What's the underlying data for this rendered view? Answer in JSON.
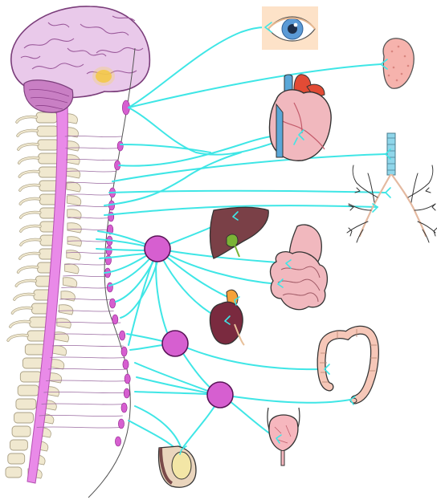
{
  "colors": {
    "nerve": "#3fe6e6",
    "ganglion": "#d65fd0",
    "ganglion_dark": "#8a1f86",
    "spinal_cord": "#e98ae8",
    "spinal_cord_dark": "#b350b0",
    "vertebra": "#f0e8cf",
    "vertebra_edge": "#a99f84",
    "brain": "#e9c9ea",
    "brain_edge": "#7a3d7a",
    "cerebellum": "#c97fc4",
    "hypothalamus": "#f2c23a"
  },
  "organs": [
    {
      "name": "eye",
      "icon": "eye-icon"
    },
    {
      "name": "salivary-gland",
      "icon": "salivary-gland-icon"
    },
    {
      "name": "heart",
      "icon": "heart-icon"
    },
    {
      "name": "lungs",
      "icon": "lungs-icon"
    },
    {
      "name": "liver",
      "icon": "liver-icon"
    },
    {
      "name": "stomach",
      "icon": "stomach-icon"
    },
    {
      "name": "adrenal-kidney",
      "icon": "kidney-icon"
    },
    {
      "name": "colon",
      "icon": "colon-icon"
    },
    {
      "name": "bladder",
      "icon": "bladder-icon"
    },
    {
      "name": "genitals",
      "icon": "genitals-icon"
    }
  ],
  "ganglia": [
    {
      "name": "celiac-ganglion"
    },
    {
      "name": "superior-mesenteric-ganglion"
    },
    {
      "name": "inferior-mesenteric-ganglion"
    }
  ]
}
